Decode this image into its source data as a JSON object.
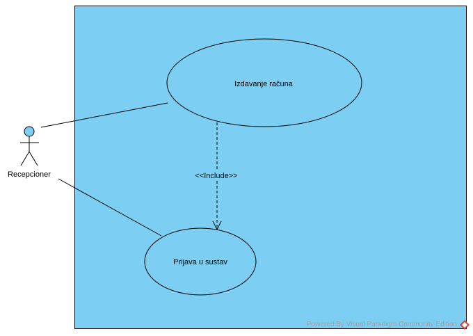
{
  "diagram": {
    "system_boundary": {
      "fill": "#7ccff3",
      "stroke": "#000000"
    },
    "actor": {
      "name": "Recepcioner",
      "head_fill": "#7ccff3"
    },
    "use_cases": [
      {
        "id": "uc1",
        "name": "Izdavanje računa"
      },
      {
        "id": "uc2",
        "name": "Prijava u sustav"
      }
    ],
    "include_label": "<<Include>>",
    "watermark": "Powered By  Visual Paradigm Community Edition",
    "watermark_color": "#9aa3ab"
  }
}
